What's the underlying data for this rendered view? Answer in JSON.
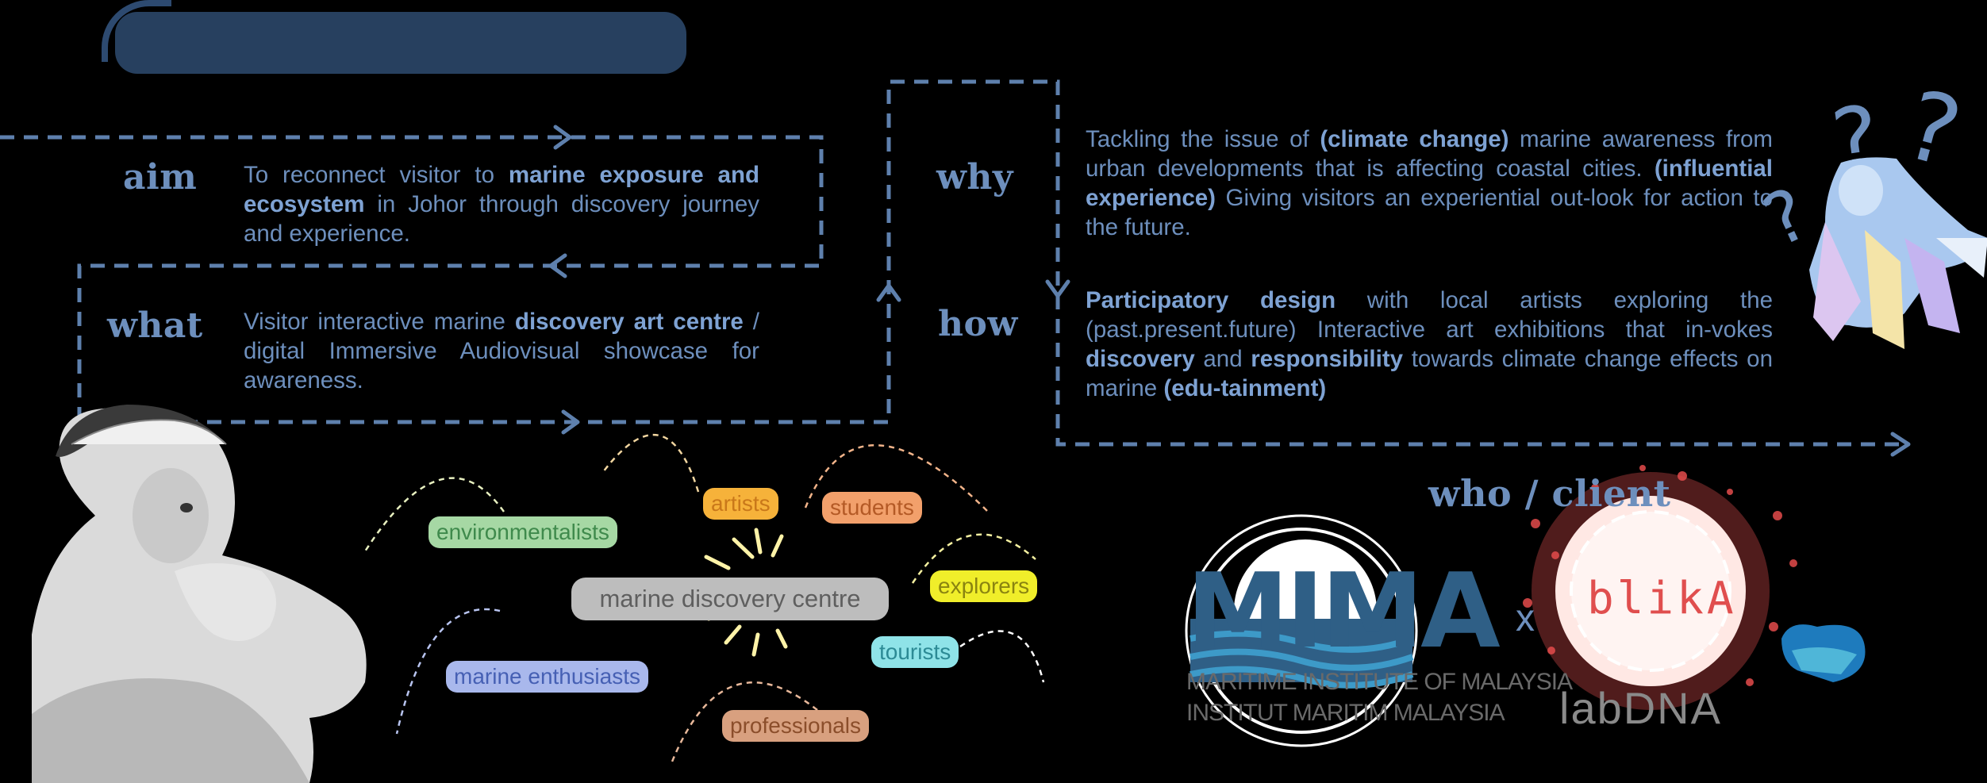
{
  "banner": {
    "title": ""
  },
  "sections": {
    "aim": {
      "heading": "aim",
      "text": [
        {
          "t": "To reconnect visitor to ",
          "b": false
        },
        {
          "t": "marine exposure and ecosystem",
          "b": true
        },
        {
          "t": " in Johor through discovery journey and experience.",
          "b": false
        }
      ]
    },
    "what": {
      "heading": "what",
      "text": [
        {
          "t": "Visitor interactive marine ",
          "b": false
        },
        {
          "t": "discovery art centre",
          "b": true
        },
        {
          "t": " / digital Immersive Audiovisual showcase for awareness.",
          "b": false
        }
      ]
    },
    "why": {
      "heading": "why",
      "text": [
        {
          "t": "Tackling the issue of ",
          "b": false
        },
        {
          "t": "(climate change)",
          "b": true
        },
        {
          "t": " marine awareness from urban developments that is affecting coastal cities. ",
          "b": false
        },
        {
          "t": "(influential experience)",
          "b": true
        },
        {
          "t": " Giving visitors an experiential out-look for action to the future.",
          "b": false
        }
      ]
    },
    "how": {
      "heading": "how",
      "text": [
        {
          "t": "Participatory design",
          "b": true
        },
        {
          "t": " with local artists exploring the (past.present.future) Interactive art exhibitions that in-vokes ",
          "b": false
        },
        {
          "t": "discovery",
          "b": true
        },
        {
          "t": " and ",
          "b": false
        },
        {
          "t": "responsibility",
          "b": true
        },
        {
          "t": " towards climate change effects on marine ",
          "b": false
        },
        {
          "t": "(edu-tainment)",
          "b": true
        }
      ]
    }
  },
  "audience": {
    "center": "marine discovery centre",
    "tags": [
      {
        "label": "environmentalists",
        "bg": "#a6d8a4",
        "fg": "#3f8a4c"
      },
      {
        "label": "artists",
        "bg": "#f6b23a",
        "fg": "#c9781a"
      },
      {
        "label": "students",
        "bg": "#f2a06b",
        "fg": "#b45a26"
      },
      {
        "label": "explorers",
        "bg": "#f0ee2a",
        "fg": "#8a8410"
      },
      {
        "label": "tourists",
        "bg": "#8fe3e8",
        "fg": "#2c8a95"
      },
      {
        "label": "marine enthusiasts",
        "bg": "#a9b8ec",
        "fg": "#4660b4"
      },
      {
        "label": "professionals",
        "bg": "#d8a07f",
        "fg": "#8b4e2b"
      }
    ]
  },
  "client": {
    "heading": "who / client",
    "mima_logo": "MIMA",
    "mima_line1": "MARITIME INSTITUTE OF MALAYSIA",
    "mima_line2": "INSTITUT MARITIM MALAYSIA",
    "separator": "x",
    "blika_logo": "blikA",
    "labdna_logo": "labDNA"
  },
  "colors": {
    "accent": "#6d8fbd",
    "dash": "#5e80ad",
    "banner": "#27405f"
  }
}
